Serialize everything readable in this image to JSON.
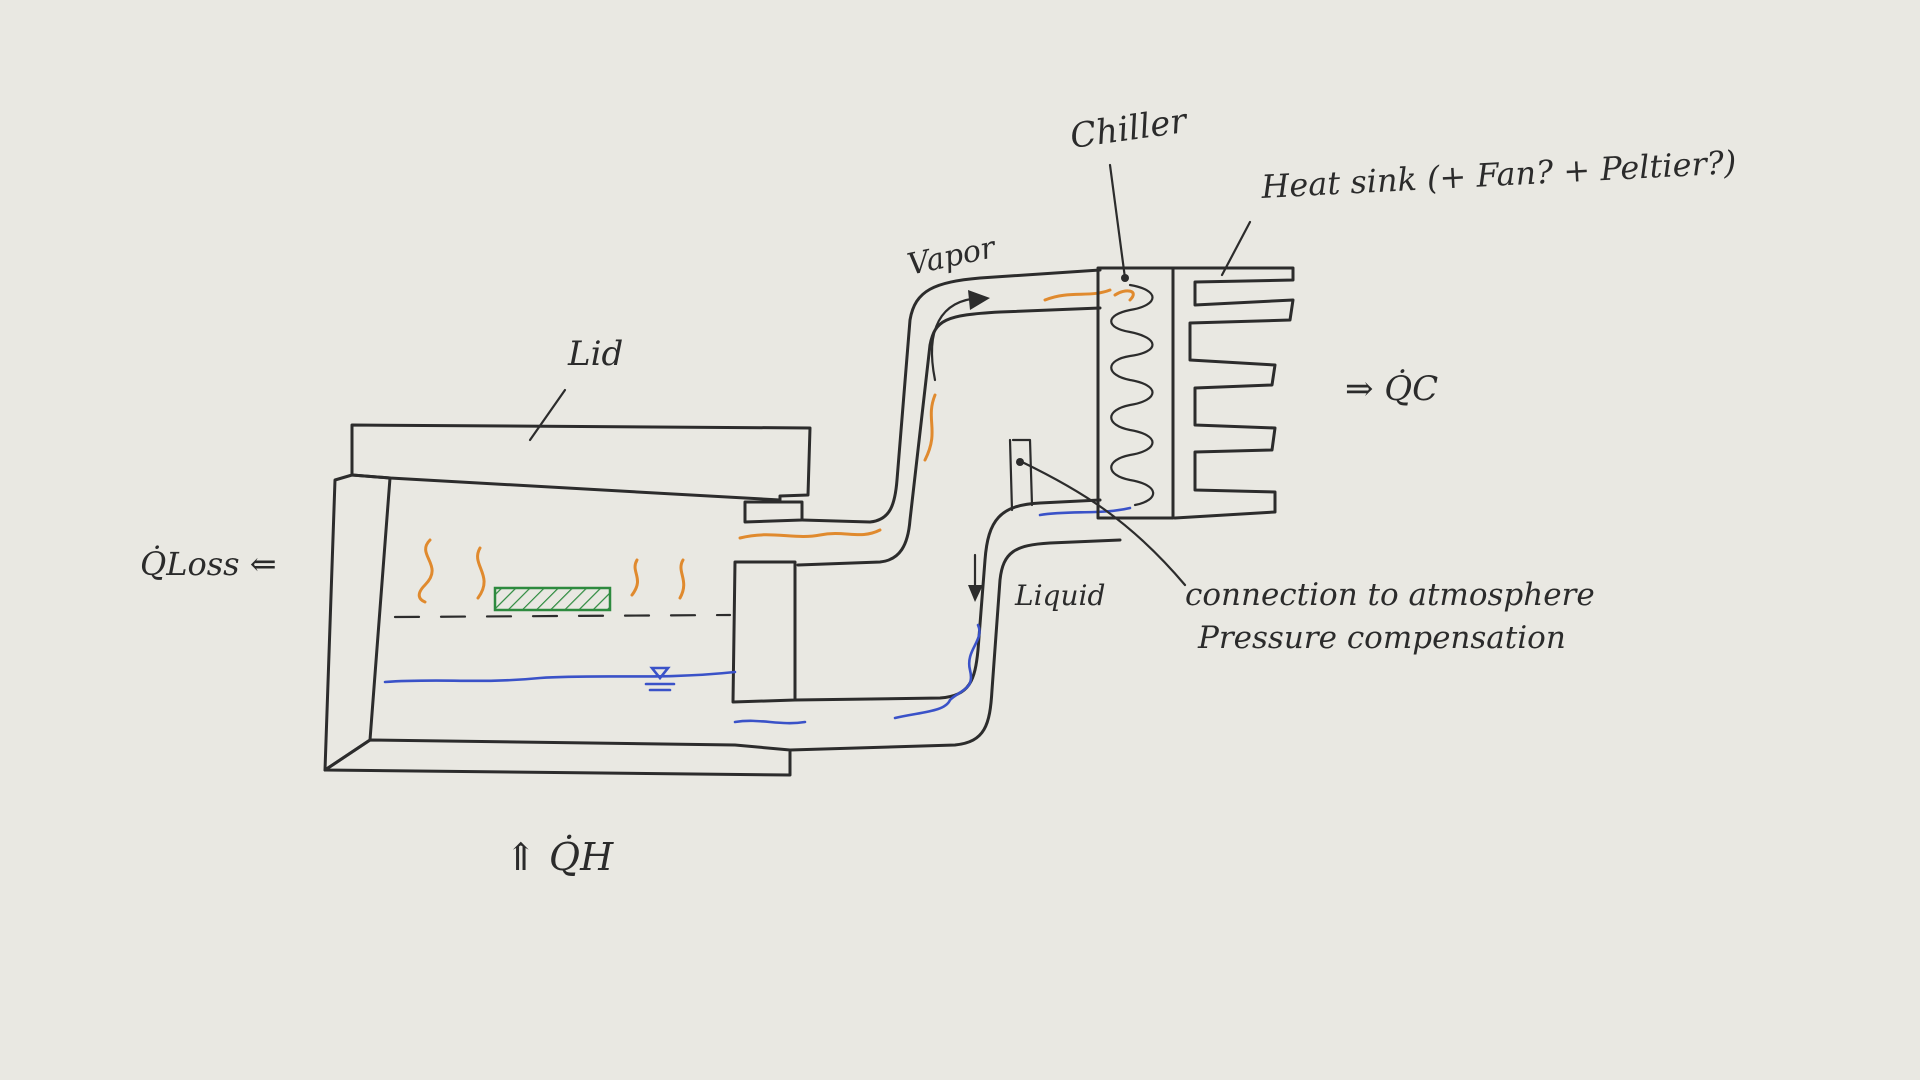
{
  "labels": {
    "lid": "Lid",
    "vapor": "Vapor",
    "chiller": "Chiller",
    "heat_sink": "Heat sink (+ Fan? + Peltier?)",
    "liquid": "Liquid",
    "q_loss": "Q̇Loss ⇐",
    "q_h": "⇑ Q̇H",
    "q_c": "⇒ Q̇C",
    "connection_line1": "connection to atmosphere",
    "connection_line2": "Pressure compensation"
  },
  "colors": {
    "ink": "#2c2c2c",
    "vapor": "#e08a2e",
    "liquid": "#3a52c8",
    "sample": "#2d8a3e",
    "paper": "#e9e8e2"
  }
}
